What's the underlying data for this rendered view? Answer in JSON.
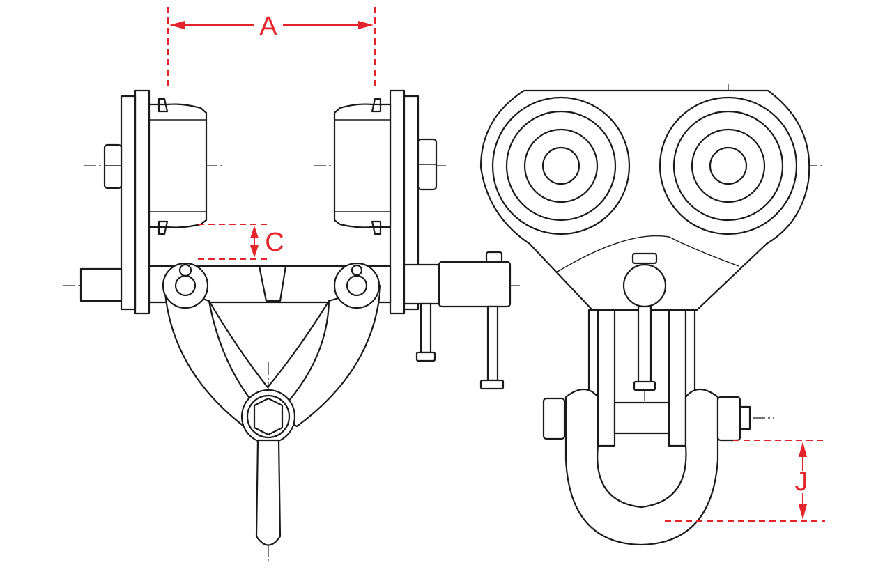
{
  "dimensions": {
    "a": {
      "label": "A"
    },
    "c": {
      "label": "C"
    },
    "j": {
      "label": "J"
    }
  },
  "colors": {
    "dimension": "#e3242b",
    "line": "#1a1a1a",
    "background": "#ffffff"
  }
}
